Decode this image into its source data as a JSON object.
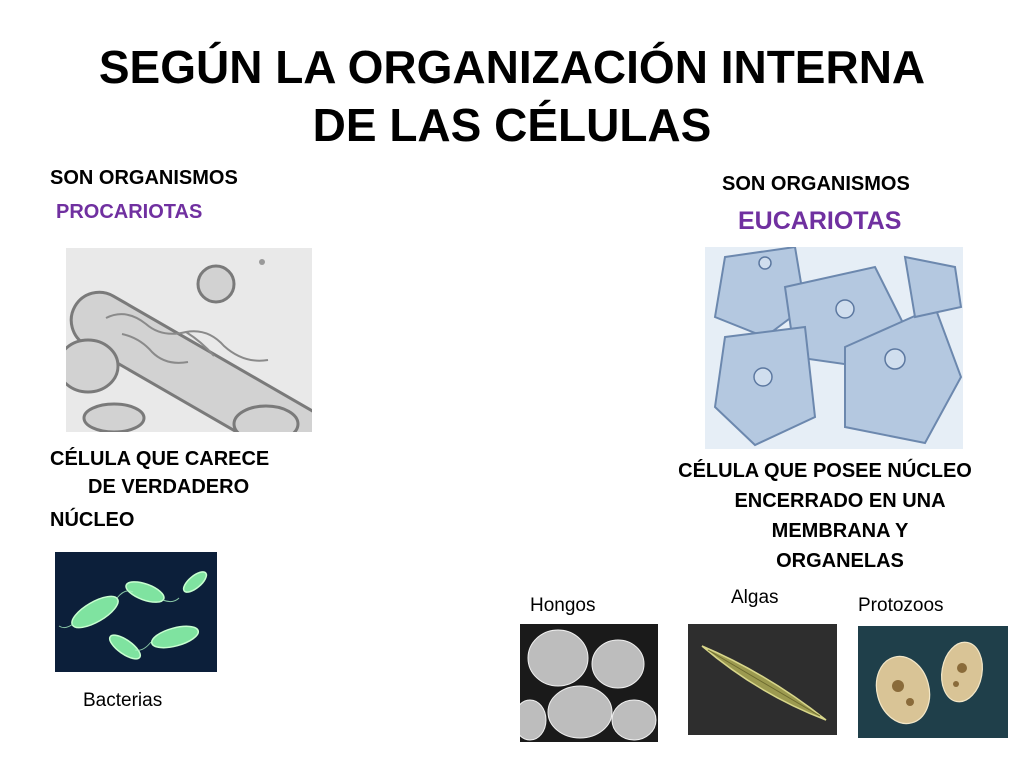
{
  "slide": {
    "title_line1": "SEGÚN LA ORGANIZACIÓN INTERNA",
    "title_line2": "DE LAS CÉLULAS"
  },
  "left": {
    "heading": "SON ORGANISMOS",
    "kind": "PROCARIOTAS",
    "desc_line1": "CÉLULA QUE CARECE",
    "desc_line2": "DE VERDADERO",
    "desc_line3": "NÚCLEO",
    "example_caption": "Bacterias"
  },
  "right": {
    "heading": "SON ORGANISMOS",
    "kind": "EUCARIOTAS",
    "desc_line1": "CÉLULA QUE POSEE NÚCLEO",
    "desc_line2": "ENCERRADO EN UNA",
    "desc_line3": "MEMBRANA Y",
    "desc_line4": "ORGANELAS",
    "examples": [
      {
        "caption": "Hongos"
      },
      {
        "caption": "Algas"
      },
      {
        "caption": "Protozoos"
      }
    ]
  },
  "colors": {
    "accent_purple": "#7030A0",
    "text": "#000000"
  }
}
